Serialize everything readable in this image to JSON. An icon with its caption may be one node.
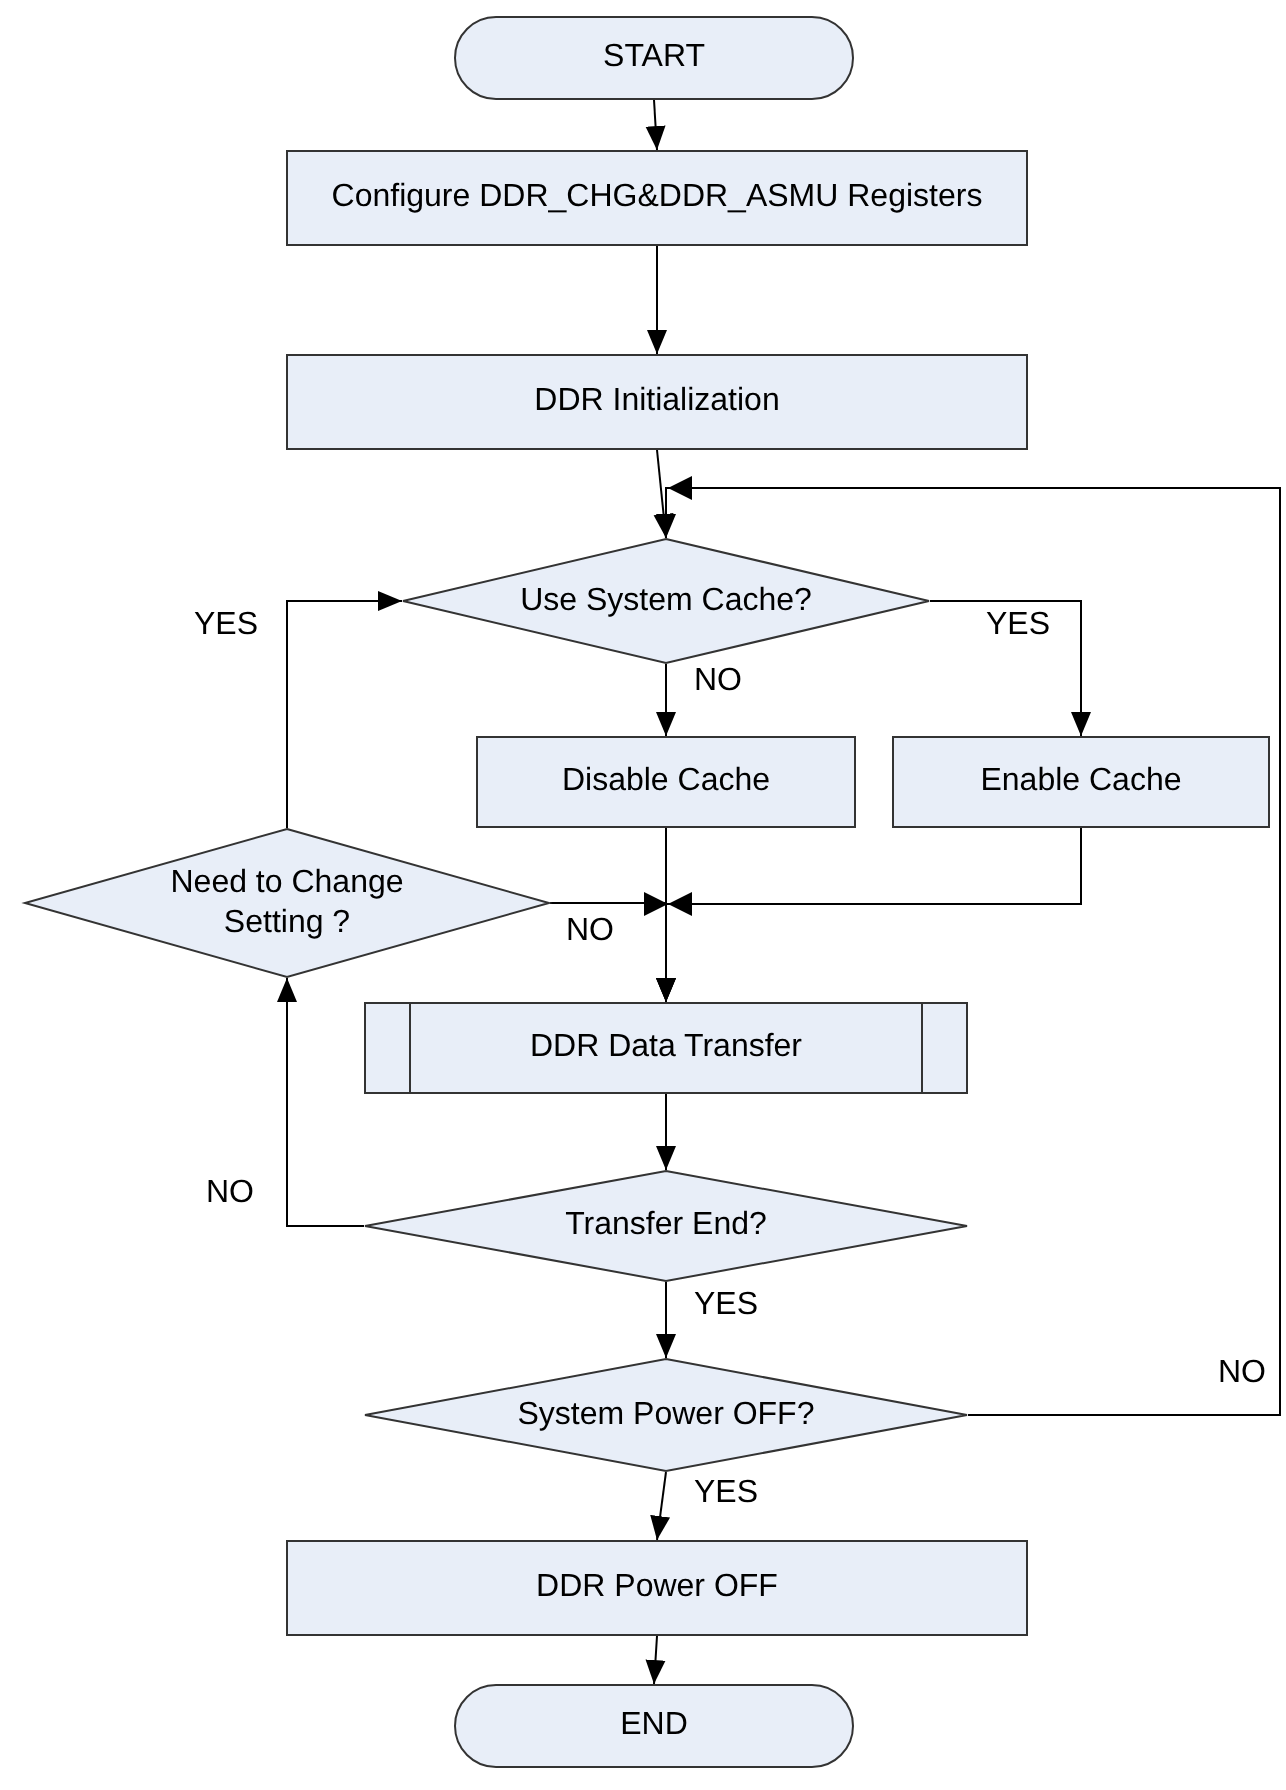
{
  "diagram": {
    "nodes": [
      {
        "text": [
          "START"
        ]
      },
      {
        "text": [
          "Configure DDR_CHG&DDR_ASMU Registers"
        ]
      },
      {
        "text": [
          "DDR Initialization"
        ]
      },
      {
        "text": [
          "Use System Cache?"
        ]
      },
      {
        "text": [
          "Disable Cache"
        ]
      },
      {
        "text": [
          "Enable Cache"
        ]
      },
      {
        "text": [
          "Need to Change Setting ?"
        ]
      },
      {
        "text": [
          "DDR Data Transfer"
        ]
      },
      {
        "text": [
          "Transfer End?"
        ]
      },
      {
        "text": [
          "System Power OFF?"
        ]
      },
      {
        "text": [
          "DDR Power OFF"
        ]
      },
      {
        "text": [
          "END"
        ]
      }
    ],
    "edges": [
      {
        "from": 0,
        "to": 1,
        "arrow": "to"
      },
      {
        "from": 1,
        "to": 2,
        "arrow": "to"
      },
      {
        "from": 2,
        "to": 3,
        "arrow": "to"
      },
      {
        "from": 3,
        "to": 4,
        "label": "NO",
        "arrow": "to"
      },
      {
        "from": 3,
        "to": 5,
        "label": "YES",
        "arrow": "to"
      },
      {
        "from": 4,
        "to": 7,
        "arrow": "to"
      },
      {
        "from": 5,
        "to": 7,
        "arrow": "to"
      },
      {
        "from": 6,
        "to": 7,
        "label": "NO",
        "arrow": "to"
      },
      {
        "from": 6,
        "to": 3,
        "label": "YES",
        "arrow": "to"
      },
      {
        "from": 7,
        "to": 8,
        "arrow": "to"
      },
      {
        "from": 8,
        "to": 6,
        "label": "NO",
        "arrow": "to"
      },
      {
        "from": 8,
        "to": 9,
        "label": "YES",
        "arrow": "to"
      },
      {
        "from": 9,
        "to": 3,
        "label": "NO",
        "arrow": "to"
      },
      {
        "from": 9,
        "to": 10,
        "label": "YES",
        "arrow": "to"
      },
      {
        "from": 10,
        "to": 11,
        "arrow": "to"
      }
    ]
  }
}
